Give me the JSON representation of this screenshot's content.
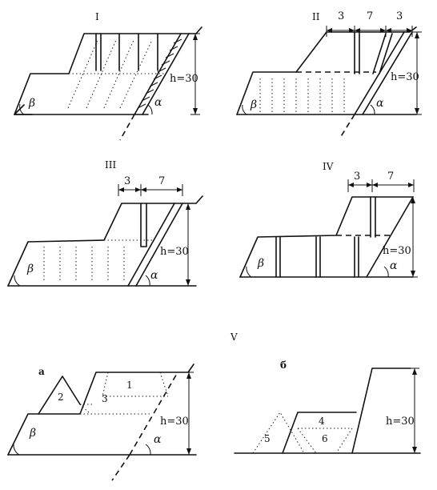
{
  "panels": {
    "p1": {
      "roman": "I",
      "height_label": "h=30",
      "beta": "β",
      "alpha": "α"
    },
    "p2": {
      "roman": "II",
      "dim_a": "3",
      "dim_b": "7",
      "dim_c": "3",
      "height_label": "h=30",
      "beta": "β",
      "alpha": "α"
    },
    "p3": {
      "roman": "III",
      "dim_a": "3",
      "dim_b": "7",
      "height_label": "h=30",
      "beta": "β",
      "alpha": "α"
    },
    "p4": {
      "roman": "IV",
      "dim_a": "3",
      "dim_b": "7",
      "height_label": "h=30",
      "beta": "β",
      "alpha": "α"
    },
    "p5": {
      "roman": "V"
    },
    "p5a": {
      "sub": "a",
      "n1": "1",
      "n2": "2",
      "n3": "3",
      "height_label": "h=30",
      "beta": "β",
      "alpha": "α"
    },
    "p5b": {
      "sub": "б",
      "n4": "4",
      "n5": "5",
      "n6": "6",
      "height_label": "h=30"
    }
  }
}
